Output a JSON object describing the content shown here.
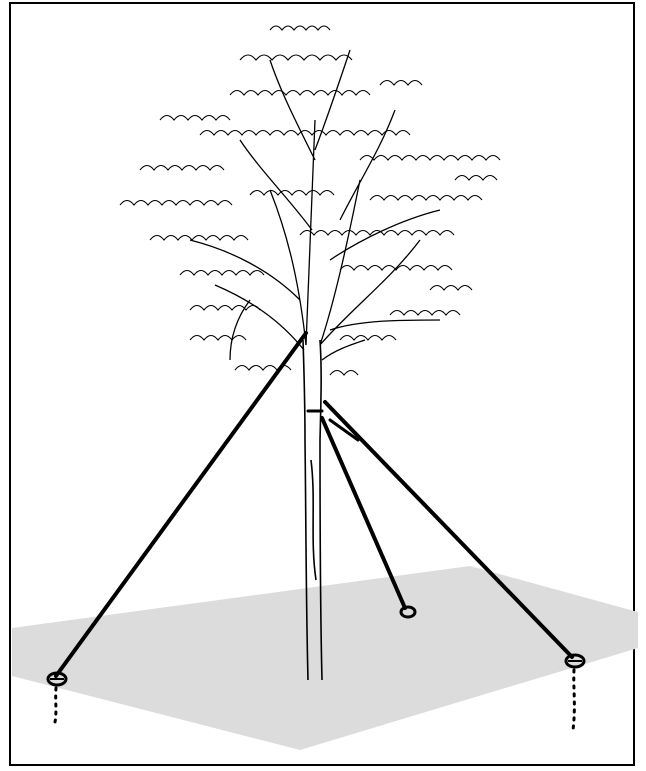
{
  "diagram": {
    "subject": "",
    "colors": {
      "frame": "#000000",
      "ground": "#dcdcdc",
      "line": "#000000",
      "background": "#ffffff"
    },
    "components": {
      "tree": "tree-illustration",
      "guy_wires": 3,
      "ground_anchors": 3
    }
  }
}
